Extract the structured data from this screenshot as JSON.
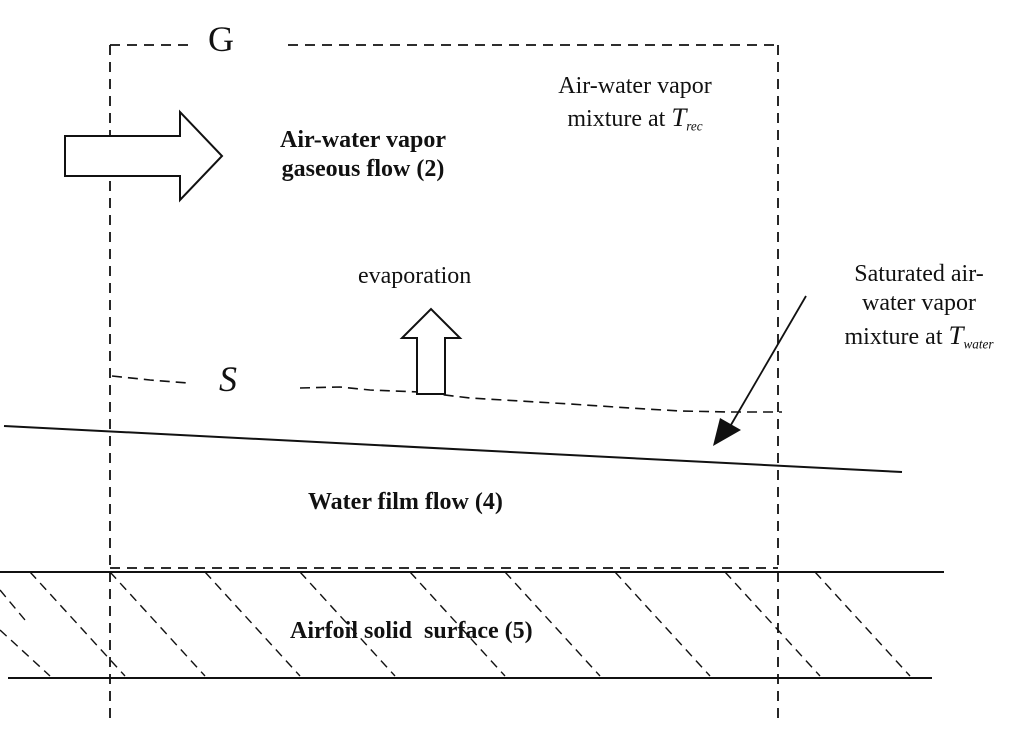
{
  "labels": {
    "region_g": "G",
    "region_s": "S",
    "gas_flow": {
      "line1": "Air-water vapor",
      "line2": "gaseous flow (2)"
    },
    "mixture_top": {
      "line1": "Air-water vapor",
      "line2_prefix": "mixture at ",
      "symbol": "T",
      "subscript": "rec"
    },
    "evaporation": "evaporation",
    "saturated": {
      "line1": "Saturated air-",
      "line2": "water vapor",
      "line3_prefix": "mixture at ",
      "symbol": "T",
      "subscript": "water"
    },
    "water_film": "Water film flow (4)",
    "airfoil": "Airfoil solid  surface (5)"
  },
  "colors": {
    "ink": "#111111",
    "background": "#ffffff"
  }
}
